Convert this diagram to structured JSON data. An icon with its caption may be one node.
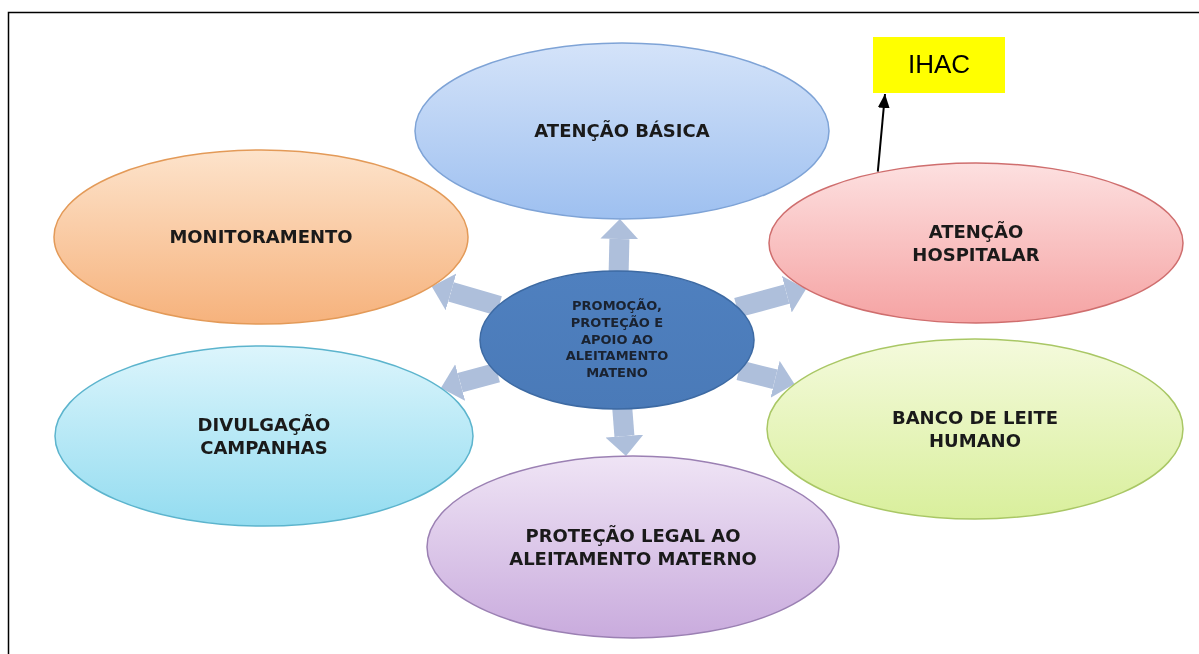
{
  "diagram": {
    "nodes": [
      {
        "text": [
          "PROMOÇÃO, PROTEÇÃO E APOIO AO ALEITAMENTO MATENO"
        ]
      },
      {
        "text": [
          "ATENÇÃO BÁSICA"
        ]
      },
      {
        "text": [
          "ATENÇÃO HOSPITALAR"
        ]
      },
      {
        "text": [
          "BANCO DE LEITE HUMANO"
        ]
      },
      {
        "text": [
          "PROTEÇÃO LEGAL AO ALEITAMENTO MATERNO"
        ]
      },
      {
        "text": [
          "DIVULGAÇÃO CAMPANHAS"
        ]
      },
      {
        "text": [
          "MONITORAMENTO"
        ]
      },
      {
        "text": [
          "IHAC"
        ]
      }
    ],
    "edges": [
      {
        "from": 0,
        "to": 1,
        "arrow": "to"
      },
      {
        "from": 0,
        "to": 2,
        "arrow": "to"
      },
      {
        "from": 0,
        "to": 3,
        "arrow": "to"
      },
      {
        "from": 0,
        "to": 4,
        "arrow": "to"
      },
      {
        "from": 0,
        "to": 5,
        "arrow": "to"
      },
      {
        "from": 0,
        "to": 6,
        "arrow": "to"
      },
      {
        "from": 2,
        "to": 7,
        "arrow": "to",
        "color": "#000000"
      }
    ]
  }
}
